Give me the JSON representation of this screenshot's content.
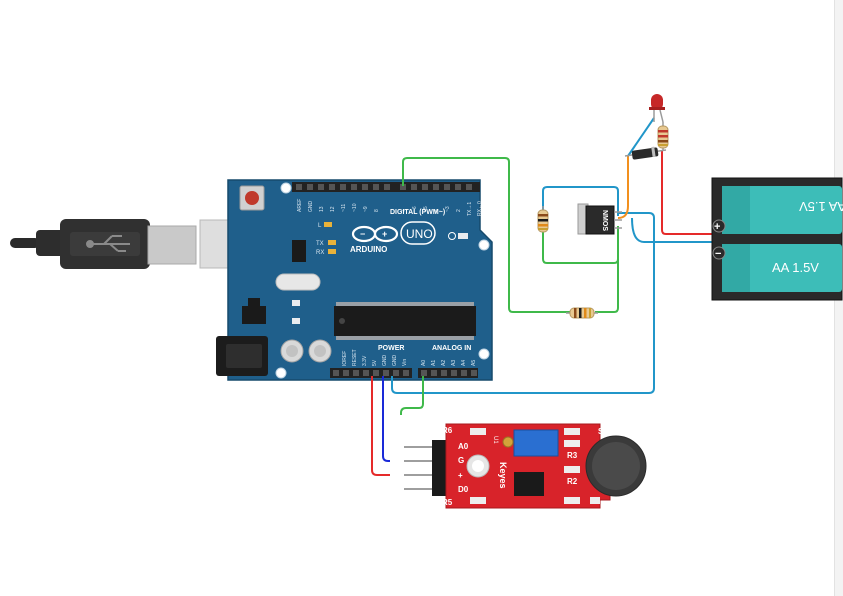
{
  "board": {
    "brand": "ARDUINO",
    "model": "UNO",
    "digital_header": "DIGITAL (PWM~)",
    "power_header": "POWER",
    "analog_header": "ANALOG IN",
    "led_l": "L",
    "led_tx": "TX",
    "led_rx": "RX",
    "digital_pins": [
      "AREF",
      "GND",
      "13",
      "12",
      "~11",
      "~10",
      "~9",
      "8",
      "7",
      "~6",
      "~5",
      "4",
      "~3",
      "2",
      "TX→1",
      "RX←0"
    ],
    "power_pins": [
      "IOREF",
      "RESET",
      "3.3V",
      "5V",
      "GND",
      "GND",
      "Vin"
    ],
    "analog_pins": [
      "A0",
      "A1",
      "A2",
      "A3",
      "A4",
      "A5"
    ]
  },
  "mosfet": {
    "label": "NMOS"
  },
  "battery": {
    "cell_top_label": "AA 1.5V",
    "cell_bottom_label": "AA 1.5V",
    "plus_sign": "+",
    "minus_sign": "−"
  },
  "sound_sensor": {
    "labels": {
      "r6": "R6",
      "a0": "A0",
      "g": "G",
      "plus": "+",
      "d0": "D0",
      "r5": "R5",
      "u1": "U1",
      "keyes": "Keyes",
      "r3": "R3",
      "r2": "R2",
      "s": "S"
    }
  },
  "colors": {
    "board": "#1f5f8b",
    "wire_green": "#3fb94a",
    "wire_blue": "#2196c9",
    "wire_red": "#e52a2a",
    "wire_navy": "#1a2ad8",
    "wire_orange": "#f2901e",
    "sensor_pcb": "#d8232a",
    "battery_cell": "#3dbdb8",
    "led_red": "#c62828"
  }
}
